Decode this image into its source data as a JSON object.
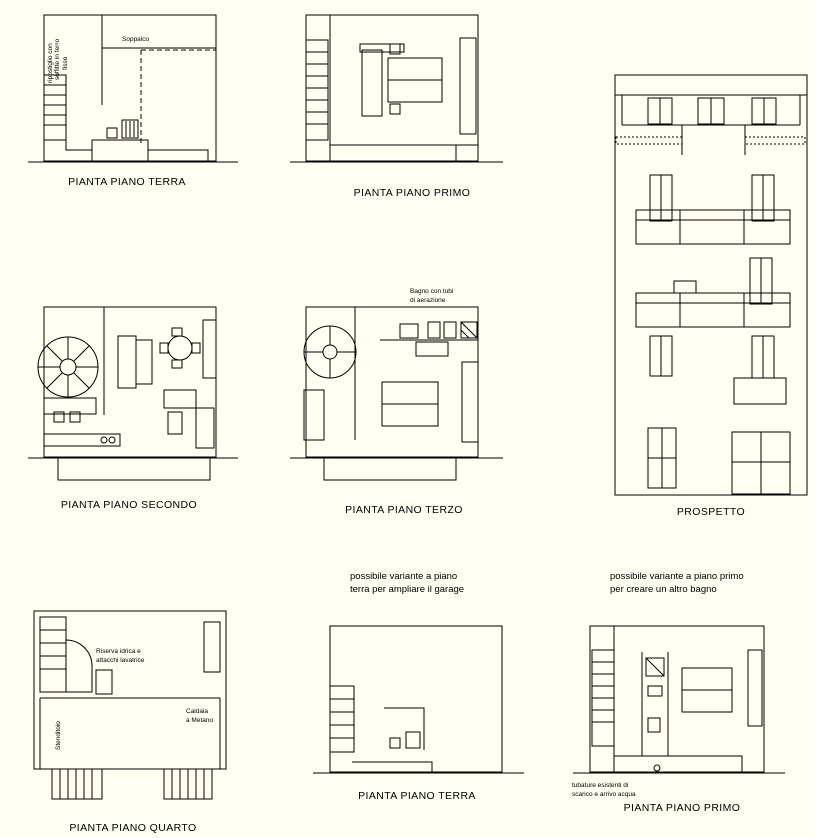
{
  "plans": {
    "terra": {
      "title": "PIANTA PIANO TERRA",
      "note_soppalco": "Soppalco",
      "note_ripostiglio_1": "ripostiglio con",
      "note_ripostiglio_2": "soffitte in ferro",
      "note_ripostiglio_3": "fisso"
    },
    "primo": {
      "title": "PIANTA PIANO PRIMO"
    },
    "secondo": {
      "title": "PIANTA PIANO SECONDO"
    },
    "terzo": {
      "title": "PIANTA PIANO TERZO",
      "note_bagno_1": "Bagno con tubi",
      "note_bagno_2": "di aerazione"
    },
    "quarto": {
      "title": "PIANTA PIANO QUARTO",
      "note_riserva_1": "Riserva idrica e",
      "note_riserva_2": "attacchi lavatrice",
      "note_caldaia_1": "Caldaia",
      "note_caldaia_2": "a Metano",
      "note_stenditoio": "Stenditoio"
    },
    "prospetto": {
      "title": "PROSPETTO"
    },
    "variante_terra": {
      "title": "PIANTA PIANO TERRA",
      "note_1": "possibile variante a piano",
      "note_2": "terra per ampliare il garage"
    },
    "variante_primo": {
      "title": "PIANTA PIANO PRIMO",
      "note_1": "possibile variante a piano primo",
      "note_2": "per creare un altro bagno",
      "note_tubi_1": "tubature esistenti di",
      "note_tubi_2": "scarico e arrivo acqua"
    }
  },
  "colors": {
    "background": "#fffff2",
    "line": "#000000"
  }
}
